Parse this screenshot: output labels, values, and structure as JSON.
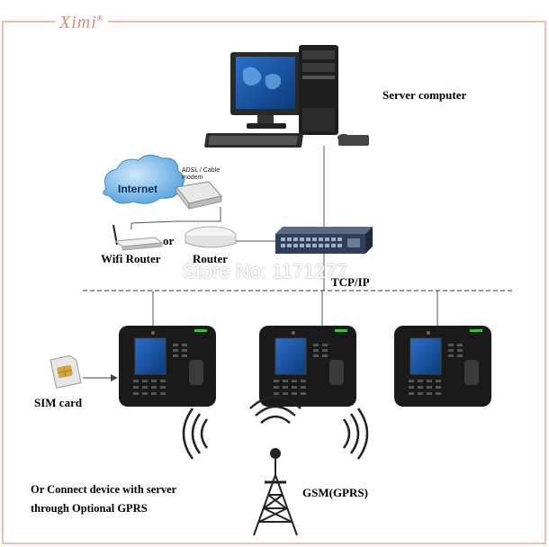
{
  "brand": {
    "name": "Ximi",
    "mark": "®"
  },
  "labels": {
    "server": "Server computer",
    "internet": "Internet",
    "modem": "ADSL / Cable modem",
    "or": "or",
    "wifi_router": "Wifi Router",
    "router": "Router",
    "tcpip": "TCP/IP",
    "sim": "SIM card",
    "gsm": "GSM(GPRS)",
    "note_line1": "Or Connect device with server",
    "note_line2": "through Optional GPRS"
  },
  "watermark": "Store No: 1171277",
  "colors": {
    "frame": "#e8a898",
    "line": "#555555",
    "arrow": "#444444",
    "cloud": "#5aa9e0",
    "device": "#1a1a1a"
  }
}
